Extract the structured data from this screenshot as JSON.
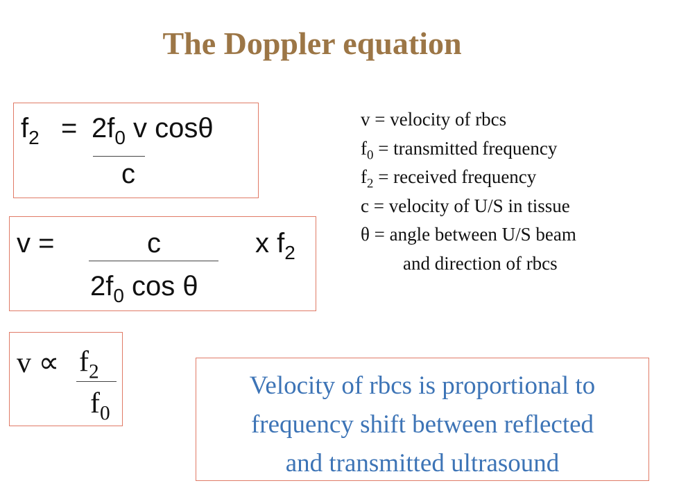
{
  "title": "The Doppler equation",
  "eq1": {
    "lhs_base": "f",
    "lhs_sub": "2",
    "equals": "=",
    "num_coef": "2f",
    "num_sub": "0",
    "num_rest": " v cosθ",
    "denominator": "c"
  },
  "eq2": {
    "lhs": "v =",
    "numerator": "c",
    "den_coef": "2f",
    "den_sub": "0",
    "den_rest": " cos θ",
    "times": "x f",
    "times_sub": "2"
  },
  "eq3": {
    "lhs": "v ∝",
    "num_base": "f",
    "num_sub": "2",
    "den_base": "f",
    "den_sub": "0"
  },
  "legend": {
    "line1": "v = velocity of rbcs",
    "line2_base": "f",
    "line2_sub": "0",
    "line2_text": " = transmitted frequency",
    "line3_base": "f",
    "line3_sub": "2",
    "line3_text": " = received frequency",
    "line4": "c = velocity of U/S in tissue",
    "line5": "θ = angle between U/S beam",
    "line6": "and direction of rbcs"
  },
  "summary": {
    "line1": "Velocity of rbcs is proportional to",
    "line2": "frequency shift between reflected",
    "line3": "and transmitted ultrasound"
  },
  "colors": {
    "title": "#9c7646",
    "box_border": "#e07a66",
    "summary_text": "#3d74b6"
  }
}
